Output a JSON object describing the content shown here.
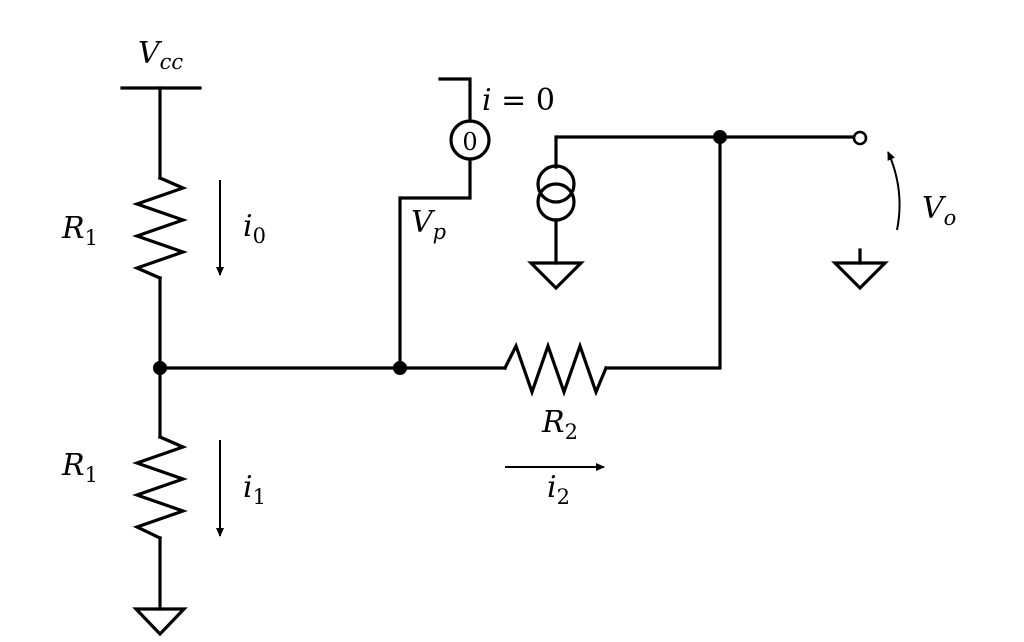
{
  "labels": {
    "vcc": {
      "main": "V",
      "sub": "cc"
    },
    "r1_top": {
      "main": "R",
      "sub": "1"
    },
    "r1_bottom": {
      "main": "R",
      "sub": "1"
    },
    "r2": {
      "main": "R",
      "sub": "2"
    },
    "i0": {
      "main": "i",
      "sub": "0"
    },
    "i1": {
      "main": "i",
      "sub": "1"
    },
    "i2": {
      "main": "i",
      "sub": "2"
    },
    "vp": {
      "main": "V",
      "sub": "p"
    },
    "vo": {
      "main": "V",
      "sub": "o"
    },
    "i_zero": {
      "main": "i",
      "rest": " = 0"
    },
    "meter_reading": "0"
  }
}
